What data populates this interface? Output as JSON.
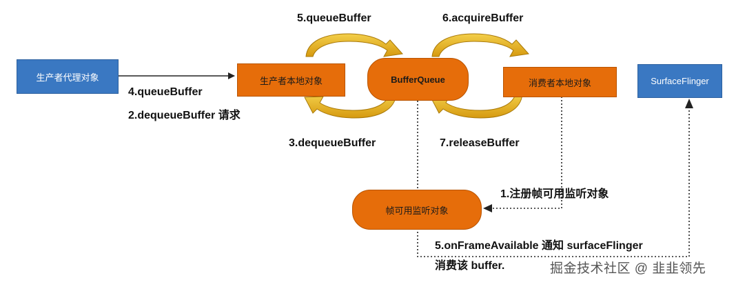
{
  "nodes": {
    "producer_proxy": "生产者代理对象",
    "producer_local": "生产者本地对象",
    "buffer_queue": "BufferQueue",
    "consumer_local": "消费者本地对象",
    "surface_flinger": "SurfaceFlinger",
    "frame_listener": "帧可用监听对象"
  },
  "edges": {
    "queue_buffer_top": "5.queueBuffer",
    "acquire_buffer": "6.acquireBuffer",
    "queue_buffer_left": "4.queueBuffer",
    "dequeue_buffer_request": "2.dequeueBuffer 请求",
    "dequeue_buffer": "3.dequeueBuffer",
    "release_buffer": "7.releaseBuffer",
    "register_listener": "1.注册帧可用监听对象",
    "on_frame_available": "5.onFrameAvailable 通知 surfaceFlinger",
    "consume_buffer": "消费该 buffer."
  },
  "watermark": "掘金技术社区 @ 韭韭领先",
  "colors": {
    "blue_box": "#3a78c2",
    "orange_box": "#e66d0a",
    "gold_arrow": "#e8b01c",
    "line": "#222222"
  }
}
